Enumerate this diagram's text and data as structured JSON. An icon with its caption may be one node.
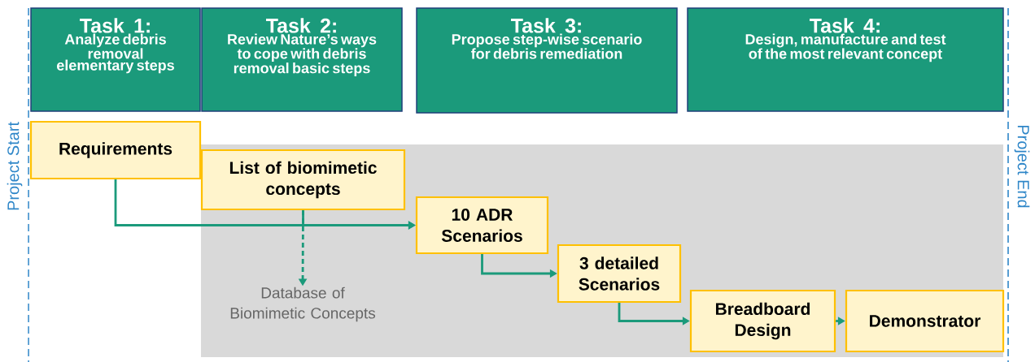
{
  "diagram": {
    "nodes": [
      {
        "text": [
          "Task 1:",
          "Analyze debris removal elementary steps"
        ]
      },
      {
        "text": [
          "Task 2:",
          "Review Nature’s ways to cope with debris removal basic steps"
        ]
      },
      {
        "text": [
          "Task 3:",
          "Propose step-wise scenario for debris remediation"
        ]
      },
      {
        "text": [
          "Task 4:",
          "Design, manufacture and test of the most relevant concept"
        ]
      },
      {
        "text": [
          "Requirements"
        ]
      },
      {
        "text": [
          "List of biomimetic concepts"
        ]
      },
      {
        "text": [
          "10 ADR Scenarios"
        ]
      },
      {
        "text": [
          "3 detailed Scenarios"
        ]
      },
      {
        "text": [
          "Breadboard Design"
        ]
      },
      {
        "text": [
          "Demonstrator"
        ]
      },
      {
        "text": [
          "Database of Biomimetic Concepts"
        ]
      }
    ],
    "edges": [
      {
        "from": 4,
        "to": 6,
        "arrow": "to"
      },
      {
        "from": 5,
        "to": 6,
        "arrow": "to"
      },
      {
        "from": 5,
        "to": 10,
        "arrow": "to",
        "style": "dashed"
      },
      {
        "from": 6,
        "to": 7,
        "arrow": "to"
      },
      {
        "from": 7,
        "to": 8,
        "arrow": "to"
      },
      {
        "from": 8,
        "to": 9,
        "arrow": "to"
      }
    ],
    "labels": [
      "Project Start",
      "Project End"
    ]
  }
}
